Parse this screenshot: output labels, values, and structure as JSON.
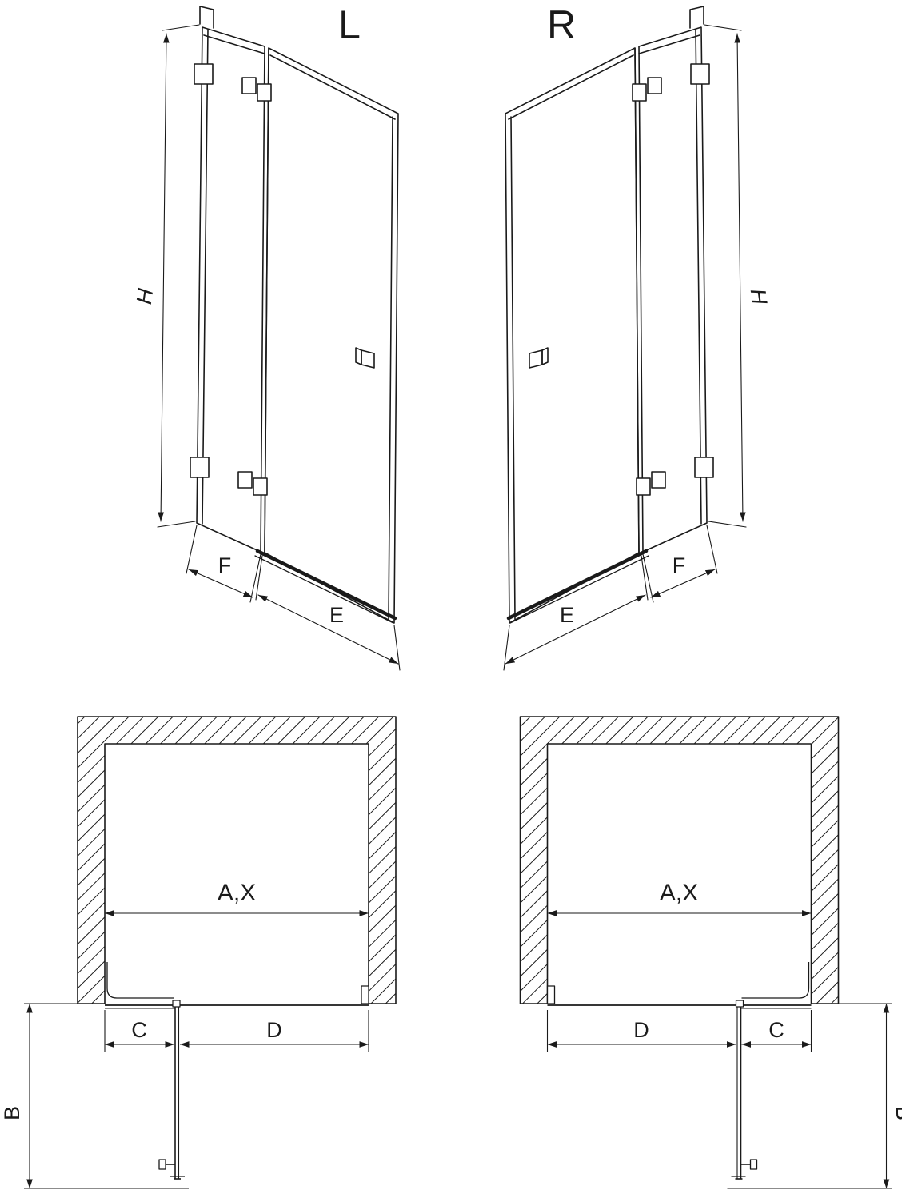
{
  "views": {
    "perspective_left": {
      "variant_label": "L",
      "dim_height": "H",
      "dim_fixed_panel": "F",
      "dim_door": "E"
    },
    "perspective_right": {
      "variant_label": "R",
      "dim_height": "H",
      "dim_fixed_panel": "F",
      "dim_door": "E"
    },
    "plan_left": {
      "dim_width": "A,X",
      "dim_c": "C",
      "dim_d": "D",
      "dim_b": "B"
    },
    "plan_right": {
      "dim_width": "A,X",
      "dim_c": "C",
      "dim_d": "D",
      "dim_b": "B"
    }
  },
  "colors": {
    "line": "#1a1a1a",
    "background": "#ffffff"
  }
}
